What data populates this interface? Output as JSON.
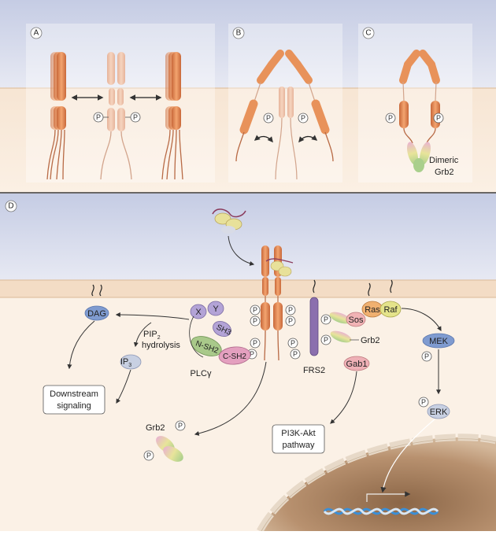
{
  "panels": {
    "a": "A",
    "b": "B",
    "c": "C",
    "d": "D"
  },
  "phospho": "P",
  "labels": {
    "dimeric": "Dimeric",
    "grb2_dimer": "Grb2",
    "dag": "DAG",
    "pip_main": "PIP",
    "pip_sub": "2",
    "hydrolysis": "hydrolysis",
    "ip_main": "IP",
    "ip_sub": "3",
    "downstream_1": "Downstream",
    "downstream_2": "signaling",
    "x": "X",
    "y": "Y",
    "sh3": "SH3",
    "nsh2": "N-SH2",
    "csh2": "C-SH2",
    "plc": "PLCγ",
    "grb2_free": "Grb2",
    "frs2": "FRS2",
    "sos": "Sos",
    "ras": "Ras",
    "raf": "Raf",
    "grb2_complex": "Grb2",
    "gab1": "Gab1",
    "mek": "MEK",
    "erk": "ERK",
    "pi3k_1": "PI3K-Akt",
    "pi3k_2": "pathway"
  },
  "colors": {
    "extracellular": "#c8cfe6",
    "membrane": "#f6e6d4",
    "receptor": "#e8925a",
    "dag_mek": "#7f9bd0",
    "plc_green": "#a9c98a",
    "plc_purple": "#b3a3d6",
    "csh2_pink": "#e4a0bf",
    "frs2_purple": "#8b6fae",
    "ras_orange": "#f0b070",
    "raf_yellow": "#e4e38a",
    "sos_pink": "#f1b3b5",
    "gab1_pink": "#eeb0b6",
    "nucleus": "#a87f5d"
  }
}
